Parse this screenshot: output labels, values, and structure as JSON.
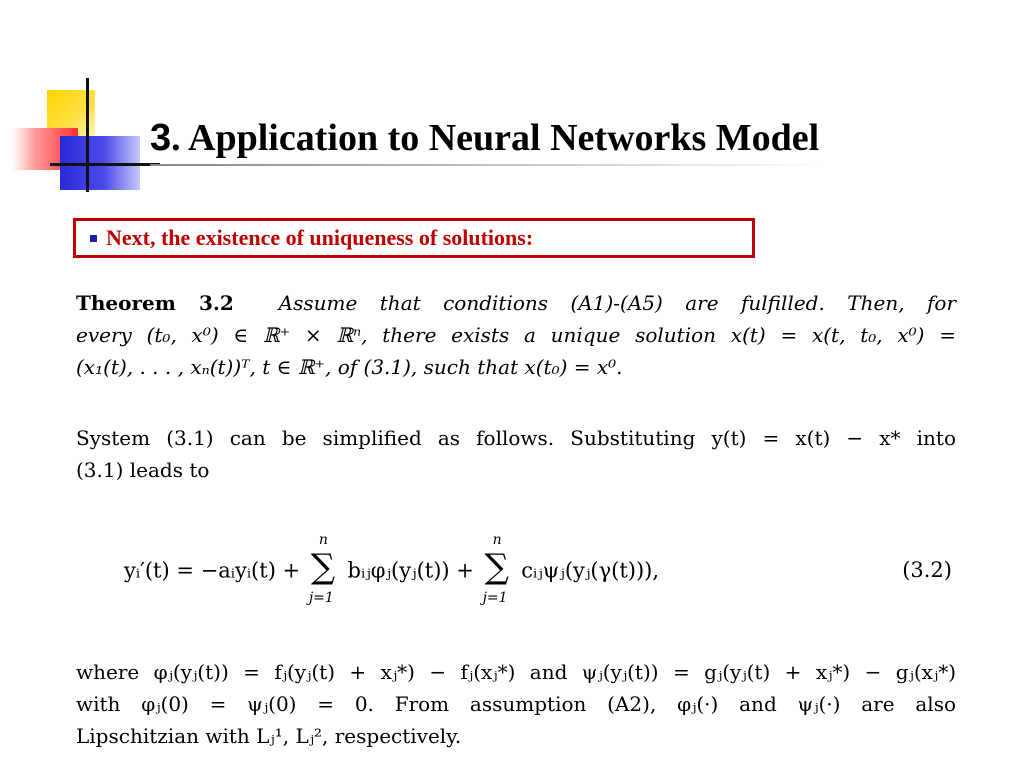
{
  "slide": {
    "title_number": "3",
    "title_text": ". Application to Neural Networks Model"
  },
  "callout": {
    "text": "Next,  the existence of uniqueness of solutions:"
  },
  "theorem": {
    "label": "Theorem 3.2",
    "lines": [
      "Assume that conditions (A1)-(A5) are fulfilled. Then, for",
      "every (t₀, x⁰) ∈ ℝ⁺ × ℝⁿ, there exists a unique solution x(t) = x(t, t₀, x⁰) =",
      "(x₁(t), . . . , xₙ(t))ᵀ,  t ∈ ℝ⁺, of (3.1), such that x(t₀) = x⁰."
    ]
  },
  "system_text": {
    "lines": [
      "System (3.1) can be simplified as follows. Substituting y(t) = x(t) − x* into",
      "(3.1) leads to"
    ]
  },
  "equation": {
    "lhs": "yᵢ′(t) = −aᵢyᵢ(t) +",
    "sum1_term": "bᵢⱼφⱼ(yⱼ(t)) +",
    "sum2_term": "cᵢⱼψⱼ(yⱼ(γ(t))),",
    "sum_upper": "n",
    "sum_lower": "j=1",
    "number": "(3.2)"
  },
  "where_text": {
    "lines": [
      "where φⱼ(yⱼ(t)) = fⱼ(yⱼ(t) + xⱼ*) − fⱼ(xⱼ*) and ψⱼ(yⱼ(t)) = gⱼ(yⱼ(t) + xⱼ*) − gⱼ(xⱼ*)",
      "with φⱼ(0) = ψⱼ(0) = 0. From assumption (A2), φⱼ(·) and ψⱼ(·) are also",
      "Lipschitzian with Lⱼ¹, Lⱼ², respectively."
    ]
  }
}
